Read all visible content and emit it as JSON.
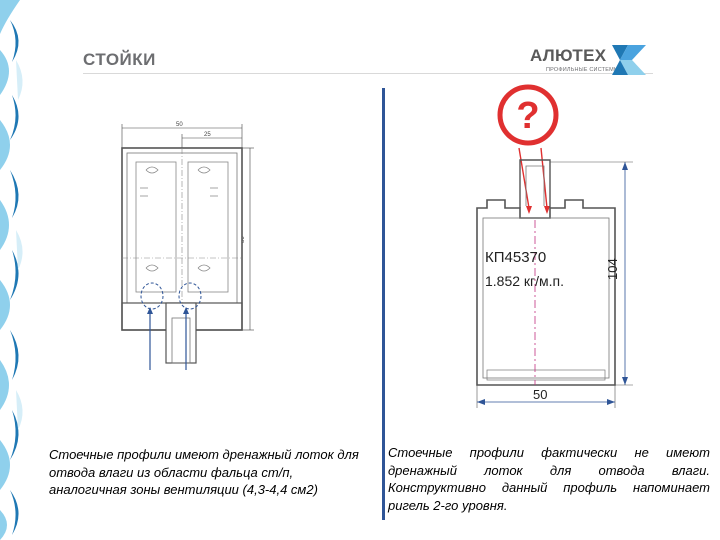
{
  "slide": {
    "title": "СТОЙКИ",
    "colors": {
      "accent_blue": "#2f5597",
      "marker_red": "#e03030",
      "title_gray": "#6d6e71"
    }
  },
  "logo": {
    "name": "АЛЮТЕХ",
    "subtitle": "ПРОФИЛЬНЫЕ СИСТЕМЫ"
  },
  "left_drawing": {
    "dim_total_width": "50",
    "dim_half_width": "25",
    "dim_height": "80"
  },
  "right_drawing": {
    "question_mark": "?",
    "profile_code": "КП45370",
    "profile_weight": "1.852  кг/м.п.",
    "dim_width": "50",
    "dim_height": "104"
  },
  "captions": {
    "left": "Стоечные профили имеют дренажный лоток для отвода влаги из области фальца ст/п, аналогичная зоны вентиляции (4,3-4,4 см2)",
    "right": "Стоечные профили фактически не имеют дренажный лоток для отвода влаги. Конструктивно данный профиль напоминает ригель 2-го уровня."
  }
}
